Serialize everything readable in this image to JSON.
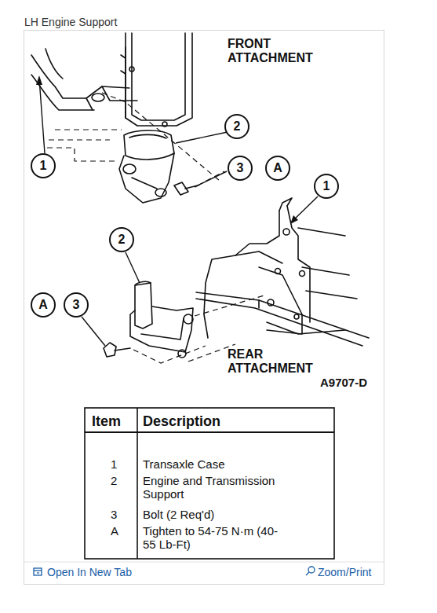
{
  "diagram": {
    "title": "LH Engine Support",
    "nodes": [
      {
        "text": [
          "2"
        ]
      },
      {
        "text": [
          "1"
        ]
      },
      {
        "text": [
          "3"
        ]
      },
      {
        "text": [
          "A"
        ]
      },
      {
        "text": [
          "1"
        ]
      },
      {
        "text": [
          "2"
        ]
      },
      {
        "text": [
          "A"
        ]
      },
      {
        "text": [
          "3"
        ]
      }
    ],
    "labels": [
      "FRONT ATTACHMENT",
      "REAR ATTACHMENT",
      "A9707-D",
      "Item",
      "Description",
      "1",
      "Transaxle Case",
      "2",
      "Engine and Transmission Support",
      "3",
      "Bolt (2 Req'd)",
      "A",
      "Tighten to 54-75 N·m (40-55 Lb-Ft)",
      "Open In New Tab",
      "Zoom/Print"
    ]
  }
}
